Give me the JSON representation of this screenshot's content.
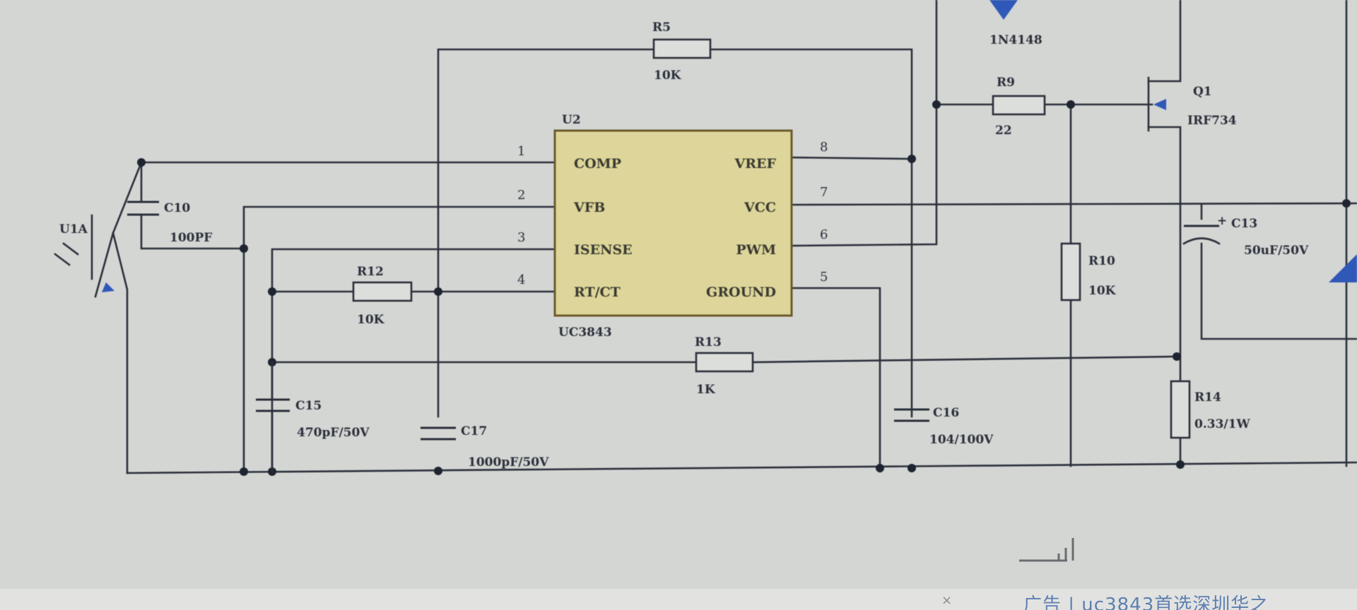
{
  "ic": {
    "ref": "U2",
    "part": "UC3843",
    "pins_left": [
      {
        "num": "1",
        "name": "COMP"
      },
      {
        "num": "2",
        "name": "VFB"
      },
      {
        "num": "3",
        "name": "ISENSE"
      },
      {
        "num": "4",
        "name": "RT/CT"
      }
    ],
    "pins_right": [
      {
        "num": "8",
        "name": "VREF"
      },
      {
        "num": "7",
        "name": "VCC"
      },
      {
        "num": "6",
        "name": "PWM"
      },
      {
        "num": "5",
        "name": "GROUND"
      }
    ]
  },
  "components": {
    "R5": {
      "ref": "R5",
      "value": "10K"
    },
    "R9": {
      "ref": "R9",
      "value": "22"
    },
    "R10": {
      "ref": "R10",
      "value": "10K"
    },
    "R12": {
      "ref": "R12",
      "value": "10K"
    },
    "R13": {
      "ref": "R13",
      "value": "1K"
    },
    "R14": {
      "ref": "R14",
      "value": "0.33/1W"
    },
    "C10": {
      "ref": "C10",
      "value": "100PF"
    },
    "C13": {
      "ref": "C13",
      "value": "50uF/50V"
    },
    "C15": {
      "ref": "C15",
      "value": "470pF/50V"
    },
    "C16": {
      "ref": "C16",
      "value": "104/100V"
    },
    "C17": {
      "ref": "C17",
      "value": "1000pF/50V"
    },
    "D": {
      "value": "1N4148"
    },
    "Q1": {
      "ref": "Q1",
      "value": "IRF734"
    },
    "U1A": {
      "ref": "U1A"
    }
  },
  "ad": {
    "close": "×",
    "text": "广告 | uc3843首选深圳华之"
  },
  "colors": {
    "wire": "#2a2f3a",
    "chip_fill": "#ddd59a",
    "accent_blue": "#2f58b8",
    "background": "#d4d6d3"
  }
}
